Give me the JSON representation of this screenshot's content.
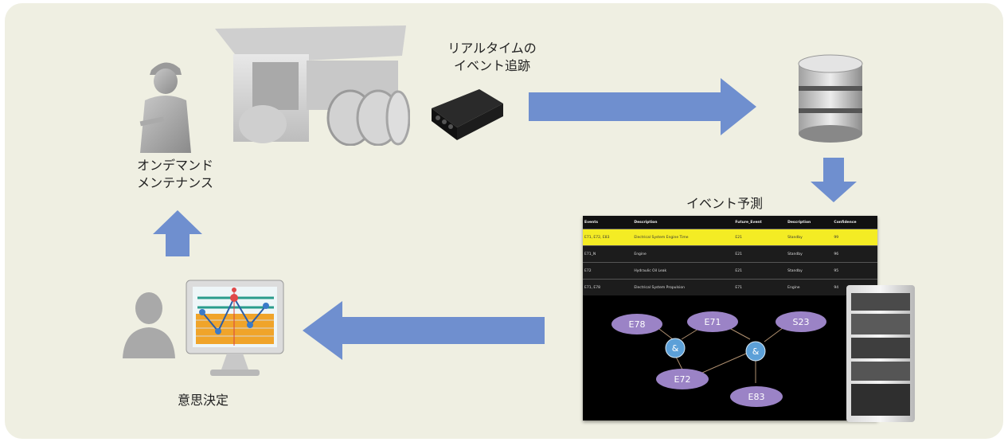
{
  "labels": {
    "realtime_line1": "リアルタイムの",
    "realtime_line2": "イベント追跡",
    "maintenance_line1": "オンデマンド",
    "maintenance_line2": "メンテナンス",
    "prediction": "イベント予測",
    "decision": "意思決定"
  },
  "event_table": {
    "headers": [
      "Events",
      "Description",
      "Future_Event",
      "Description",
      "Confidence"
    ],
    "rows": [
      [
        "E71, E72, E83",
        "Electrical System Engine Time",
        "E21",
        "Standby",
        "99"
      ],
      [
        "E71_N",
        "Engine",
        "E21",
        "Standby",
        "96"
      ],
      [
        "E72",
        "Hydraulic Oil Leak",
        "E21",
        "Standby",
        "95"
      ],
      [
        "E71, E78",
        "Electrical System Propulsion",
        "E71",
        "Engine",
        "94"
      ]
    ]
  },
  "graph": {
    "nodes": [
      "E78",
      "E71",
      "S23",
      "E72",
      "E83"
    ],
    "and_label": "&"
  },
  "colors": {
    "panel": "#efefe2",
    "arrow": "#6f8fcf",
    "node_fill": "#9b83c6",
    "and_fill": "#5ca0d8",
    "highlight": "#f4ec24"
  },
  "icons": [
    "mining-truck-icon",
    "worker-icon",
    "gps-tracker-icon",
    "database-icon",
    "server-rack-icon",
    "person-icon",
    "monitor-chart-icon"
  ]
}
